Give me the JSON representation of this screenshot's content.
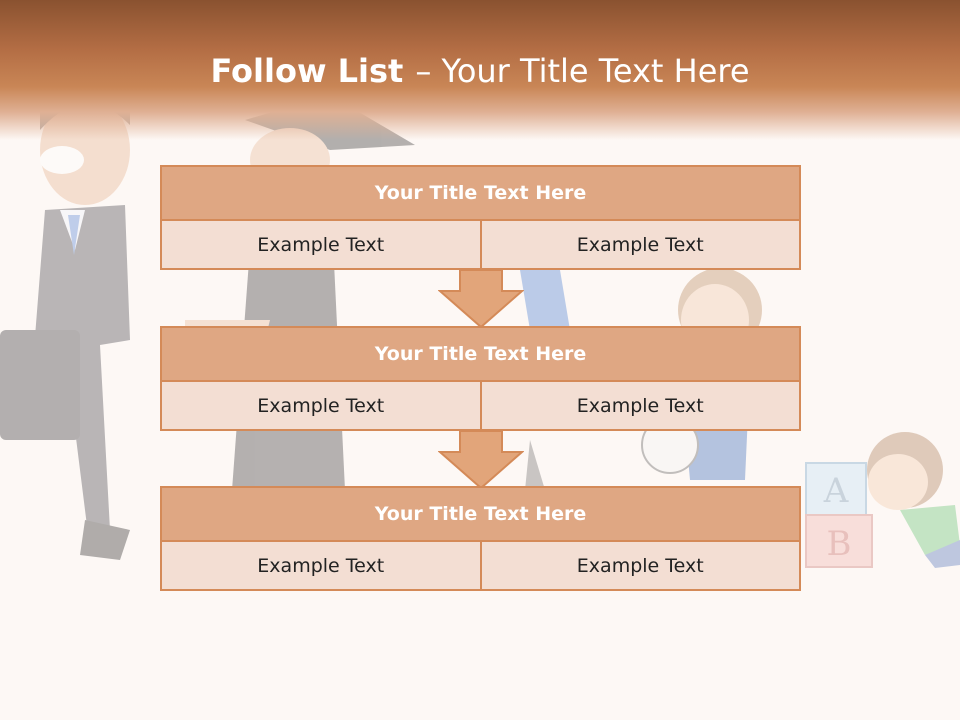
{
  "slide": {
    "title_bold": "Follow List",
    "title_rest": "– Your Title Text Here"
  },
  "blocks": [
    {
      "title": "Your Title Text Here",
      "cells": [
        "Example Text",
        "Example Text"
      ]
    },
    {
      "title": "Your Title Text Here",
      "cells": [
        "Example Text",
        "Example Text"
      ]
    },
    {
      "title": "Your Title Text Here",
      "cells": [
        "Example Text",
        "Example Text"
      ]
    }
  ],
  "colors": {
    "header": "#b36d44",
    "block_title_fill": "#dfa783",
    "block_border": "#d48a58",
    "cell_fill": "#f3ded3",
    "arrow_fill": "#e2a57a"
  },
  "illustration": {
    "icons": [
      "businessman-icon",
      "graduate-icon",
      "child-with-ball-icon",
      "toddler-with-blocks-icon"
    ],
    "block_letters": [
      "A",
      "B"
    ]
  }
}
